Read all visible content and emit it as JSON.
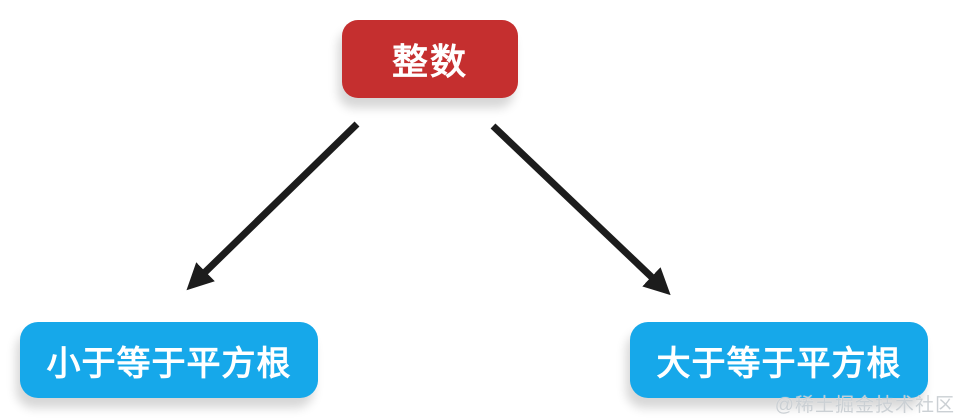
{
  "page": {
    "background_color": "#ffffff"
  },
  "diagram": {
    "type": "flowchart",
    "root": {
      "id": "root",
      "label": "整数",
      "color": "#c52f2f",
      "text_color": "#ffffff"
    },
    "children": [
      {
        "id": "left",
        "label": "小于等于平方根",
        "color": "#16a8ea",
        "text_color": "#ffffff"
      },
      {
        "id": "right",
        "label": "大于等于平方根",
        "color": "#16a8ea",
        "text_color": "#ffffff"
      }
    ],
    "edges": [
      {
        "from": "root",
        "to": "left"
      },
      {
        "from": "root",
        "to": "right"
      }
    ],
    "arrow_color": "#1c1c1c"
  },
  "watermark": {
    "text": "@稀土掘金技术社区"
  }
}
